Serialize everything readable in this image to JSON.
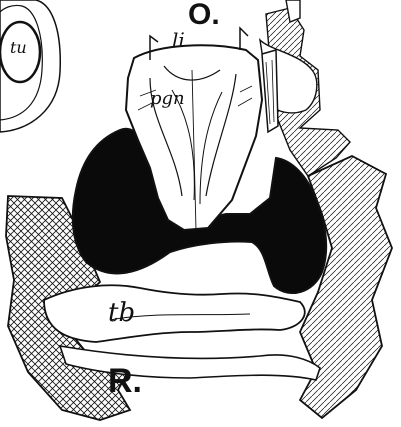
{
  "figure": {
    "panel_label_top": "O.",
    "panel_label_bottom": "R."
  },
  "labels": {
    "tu": "tu",
    "li": "li",
    "pgn": "pgn",
    "tb": "tb"
  },
  "colors": {
    "ink": "#111111",
    "paper": "#ffffff",
    "cavity_fill": "#0a0a0a"
  }
}
